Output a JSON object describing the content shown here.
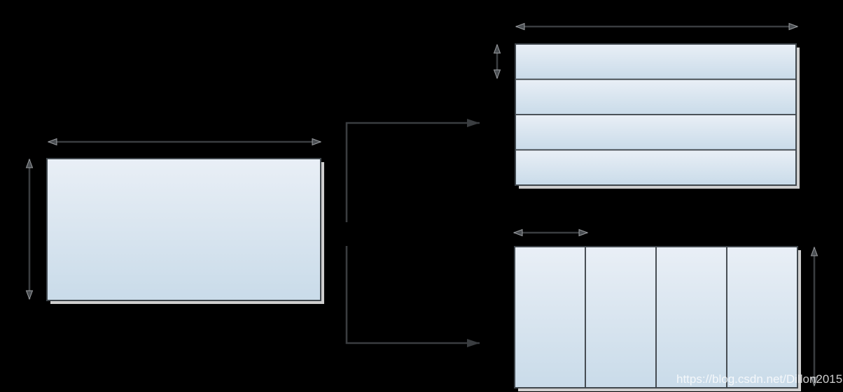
{
  "page": {
    "background": "#000000",
    "watermark_text": "https://blog.csdn.net/Dillon2015"
  },
  "colors": {
    "background": "#000000",
    "shape_fill_top": "#e9eff6",
    "shape_fill_bottom": "#c9dbe9",
    "shape_border": "#3f464c",
    "divider": "#363c42",
    "shadow": "#cecece",
    "arrow_line": "#3a3d40",
    "dim_arrowhead_fill": "#4a4e52",
    "dim_arrowhead_edge": "#9a9da0",
    "watermark": "rgba(255,255,255,0.8)"
  },
  "diagram": {
    "source_block": {
      "labels": []
    },
    "row_partition": {
      "row_count": 4
    },
    "column_partition": {
      "column_count": 4
    },
    "connectors": {
      "count": 2,
      "direction": "left-to-right"
    }
  }
}
